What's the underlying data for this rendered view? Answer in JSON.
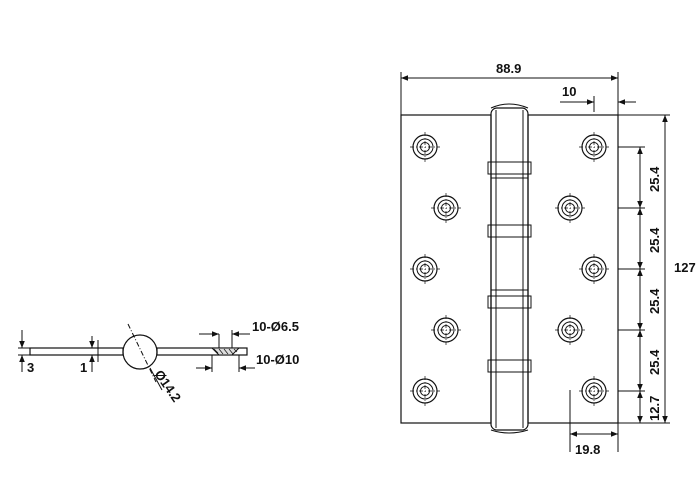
{
  "drawing": {
    "overall_width": "88.9",
    "knuckle_offset": "10",
    "overall_height": "127",
    "hole_pitch_1": "25.4",
    "hole_pitch_2": "25.4",
    "hole_pitch_3": "25.4",
    "hole_pitch_4": "25.4",
    "end_hole_offset": "12.7",
    "hole_col_offset": "19.8",
    "leaf_thickness": "3",
    "gap": "1",
    "pin_diameter": "Ø14.2",
    "hole_spec_small": "10-Ø6.5",
    "hole_spec_large": "10-Ø10"
  }
}
